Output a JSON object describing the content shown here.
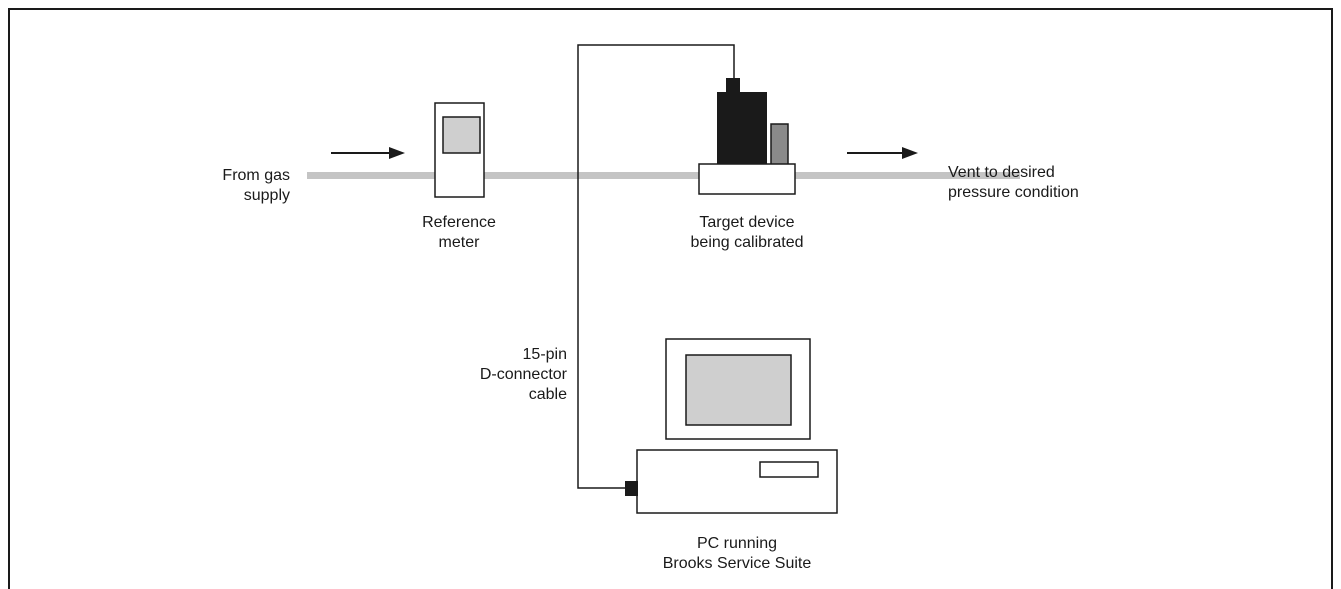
{
  "labels": {
    "from_gas_supply": [
      "From gas",
      "supply"
    ],
    "reference_meter": [
      "Reference",
      "meter"
    ],
    "target_device": [
      "Target device",
      "being calibrated"
    ],
    "vent": [
      "Vent to desired",
      "pressure condition"
    ],
    "cable": [
      "15-pin",
      "D-connector",
      "cable"
    ],
    "pc": [
      "PC running",
      "Brooks Service Suite"
    ]
  },
  "colors": {
    "pipe": "#c4c4c4",
    "line": "#1a1a1a",
    "device_body": "#1a1a1a",
    "screen": "#cfcfcf",
    "valve": "#8a8a8a"
  }
}
